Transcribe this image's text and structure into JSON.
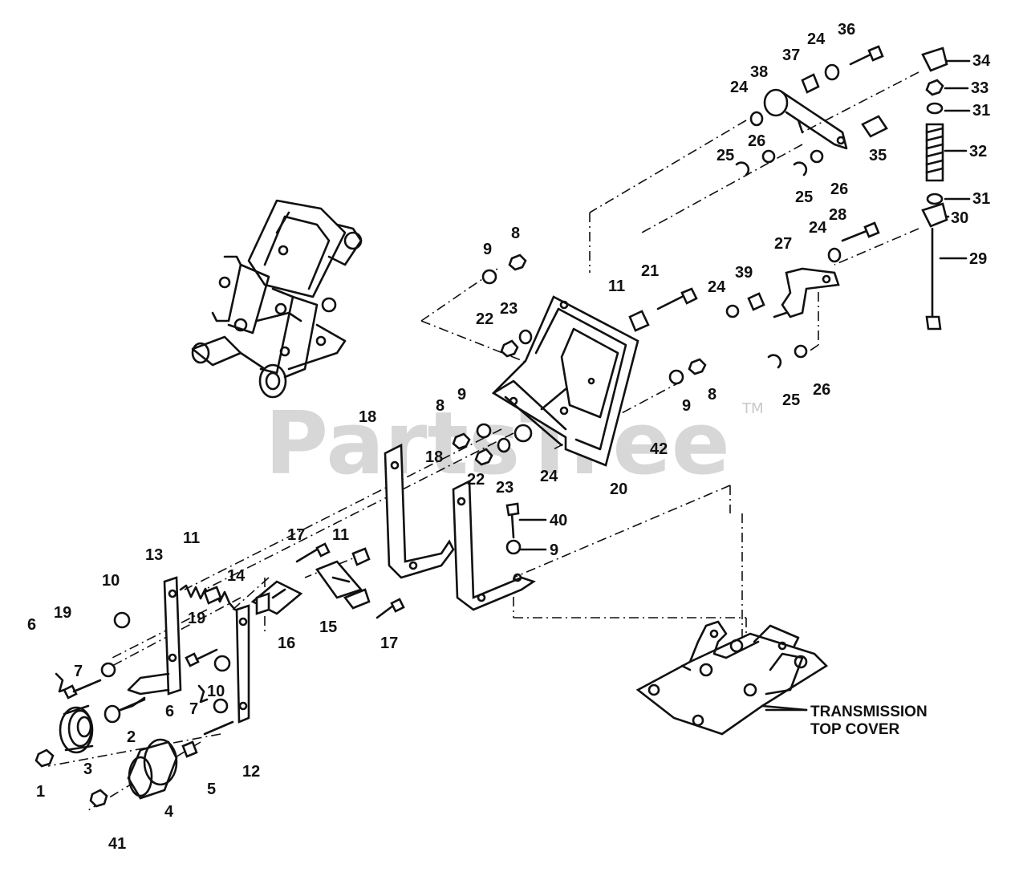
{
  "watermark": {
    "text": "PartsTree",
    "tm": "TM"
  },
  "assembly_label": {
    "line1": "TRANSMISSION",
    "line2": "TOP COVER"
  },
  "callouts": [
    {
      "id": "c1",
      "label": "1"
    },
    {
      "id": "c2",
      "label": "2"
    },
    {
      "id": "c3",
      "label": "3"
    },
    {
      "id": "c4",
      "label": "4"
    },
    {
      "id": "c5",
      "label": "5"
    },
    {
      "id": "c6a",
      "label": "6"
    },
    {
      "id": "c6b",
      "label": "6"
    },
    {
      "id": "c7a",
      "label": "7"
    },
    {
      "id": "c7b",
      "label": "7"
    },
    {
      "id": "c8a",
      "label": "8"
    },
    {
      "id": "c8b",
      "label": "8"
    },
    {
      "id": "c8c",
      "label": "8"
    },
    {
      "id": "c9a",
      "label": "9"
    },
    {
      "id": "c9b",
      "label": "9"
    },
    {
      "id": "c9c",
      "label": "9"
    },
    {
      "id": "c9d",
      "label": "9"
    },
    {
      "id": "c10a",
      "label": "10"
    },
    {
      "id": "c10b",
      "label": "10"
    },
    {
      "id": "c11a",
      "label": "11"
    },
    {
      "id": "c11b",
      "label": "11"
    },
    {
      "id": "c11c",
      "label": "11"
    },
    {
      "id": "c12",
      "label": "12"
    },
    {
      "id": "c13",
      "label": "13"
    },
    {
      "id": "c14",
      "label": "14"
    },
    {
      "id": "c15",
      "label": "15"
    },
    {
      "id": "c16",
      "label": "16"
    },
    {
      "id": "c17a",
      "label": "17"
    },
    {
      "id": "c17b",
      "label": "17"
    },
    {
      "id": "c18a",
      "label": "18"
    },
    {
      "id": "c18b",
      "label": "18"
    },
    {
      "id": "c19a",
      "label": "19"
    },
    {
      "id": "c19b",
      "label": "19"
    },
    {
      "id": "c20",
      "label": "20"
    },
    {
      "id": "c21",
      "label": "21"
    },
    {
      "id": "c22a",
      "label": "22"
    },
    {
      "id": "c22b",
      "label": "22"
    },
    {
      "id": "c23a",
      "label": "23"
    },
    {
      "id": "c23b",
      "label": "23"
    },
    {
      "id": "c24a",
      "label": "24"
    },
    {
      "id": "c24b",
      "label": "24"
    },
    {
      "id": "c24c",
      "label": "24"
    },
    {
      "id": "c24d",
      "label": "24"
    },
    {
      "id": "c24e",
      "label": "24"
    },
    {
      "id": "c25a",
      "label": "25"
    },
    {
      "id": "c25b",
      "label": "25"
    },
    {
      "id": "c25c",
      "label": "25"
    },
    {
      "id": "c26a",
      "label": "26"
    },
    {
      "id": "c26b",
      "label": "26"
    },
    {
      "id": "c26c",
      "label": "26"
    },
    {
      "id": "c27",
      "label": "27"
    },
    {
      "id": "c28",
      "label": "28"
    },
    {
      "id": "c29",
      "label": "29"
    },
    {
      "id": "c30",
      "label": "30"
    },
    {
      "id": "c31a",
      "label": "31"
    },
    {
      "id": "c31b",
      "label": "31"
    },
    {
      "id": "c32",
      "label": "32"
    },
    {
      "id": "c33",
      "label": "33"
    },
    {
      "id": "c34",
      "label": "34"
    },
    {
      "id": "c35",
      "label": "35"
    },
    {
      "id": "c36",
      "label": "36"
    },
    {
      "id": "c37",
      "label": "37"
    },
    {
      "id": "c38",
      "label": "38"
    },
    {
      "id": "c39",
      "label": "39"
    },
    {
      "id": "c40",
      "label": "40"
    },
    {
      "id": "c41",
      "label": "41"
    },
    {
      "id": "c42",
      "label": "42"
    }
  ]
}
